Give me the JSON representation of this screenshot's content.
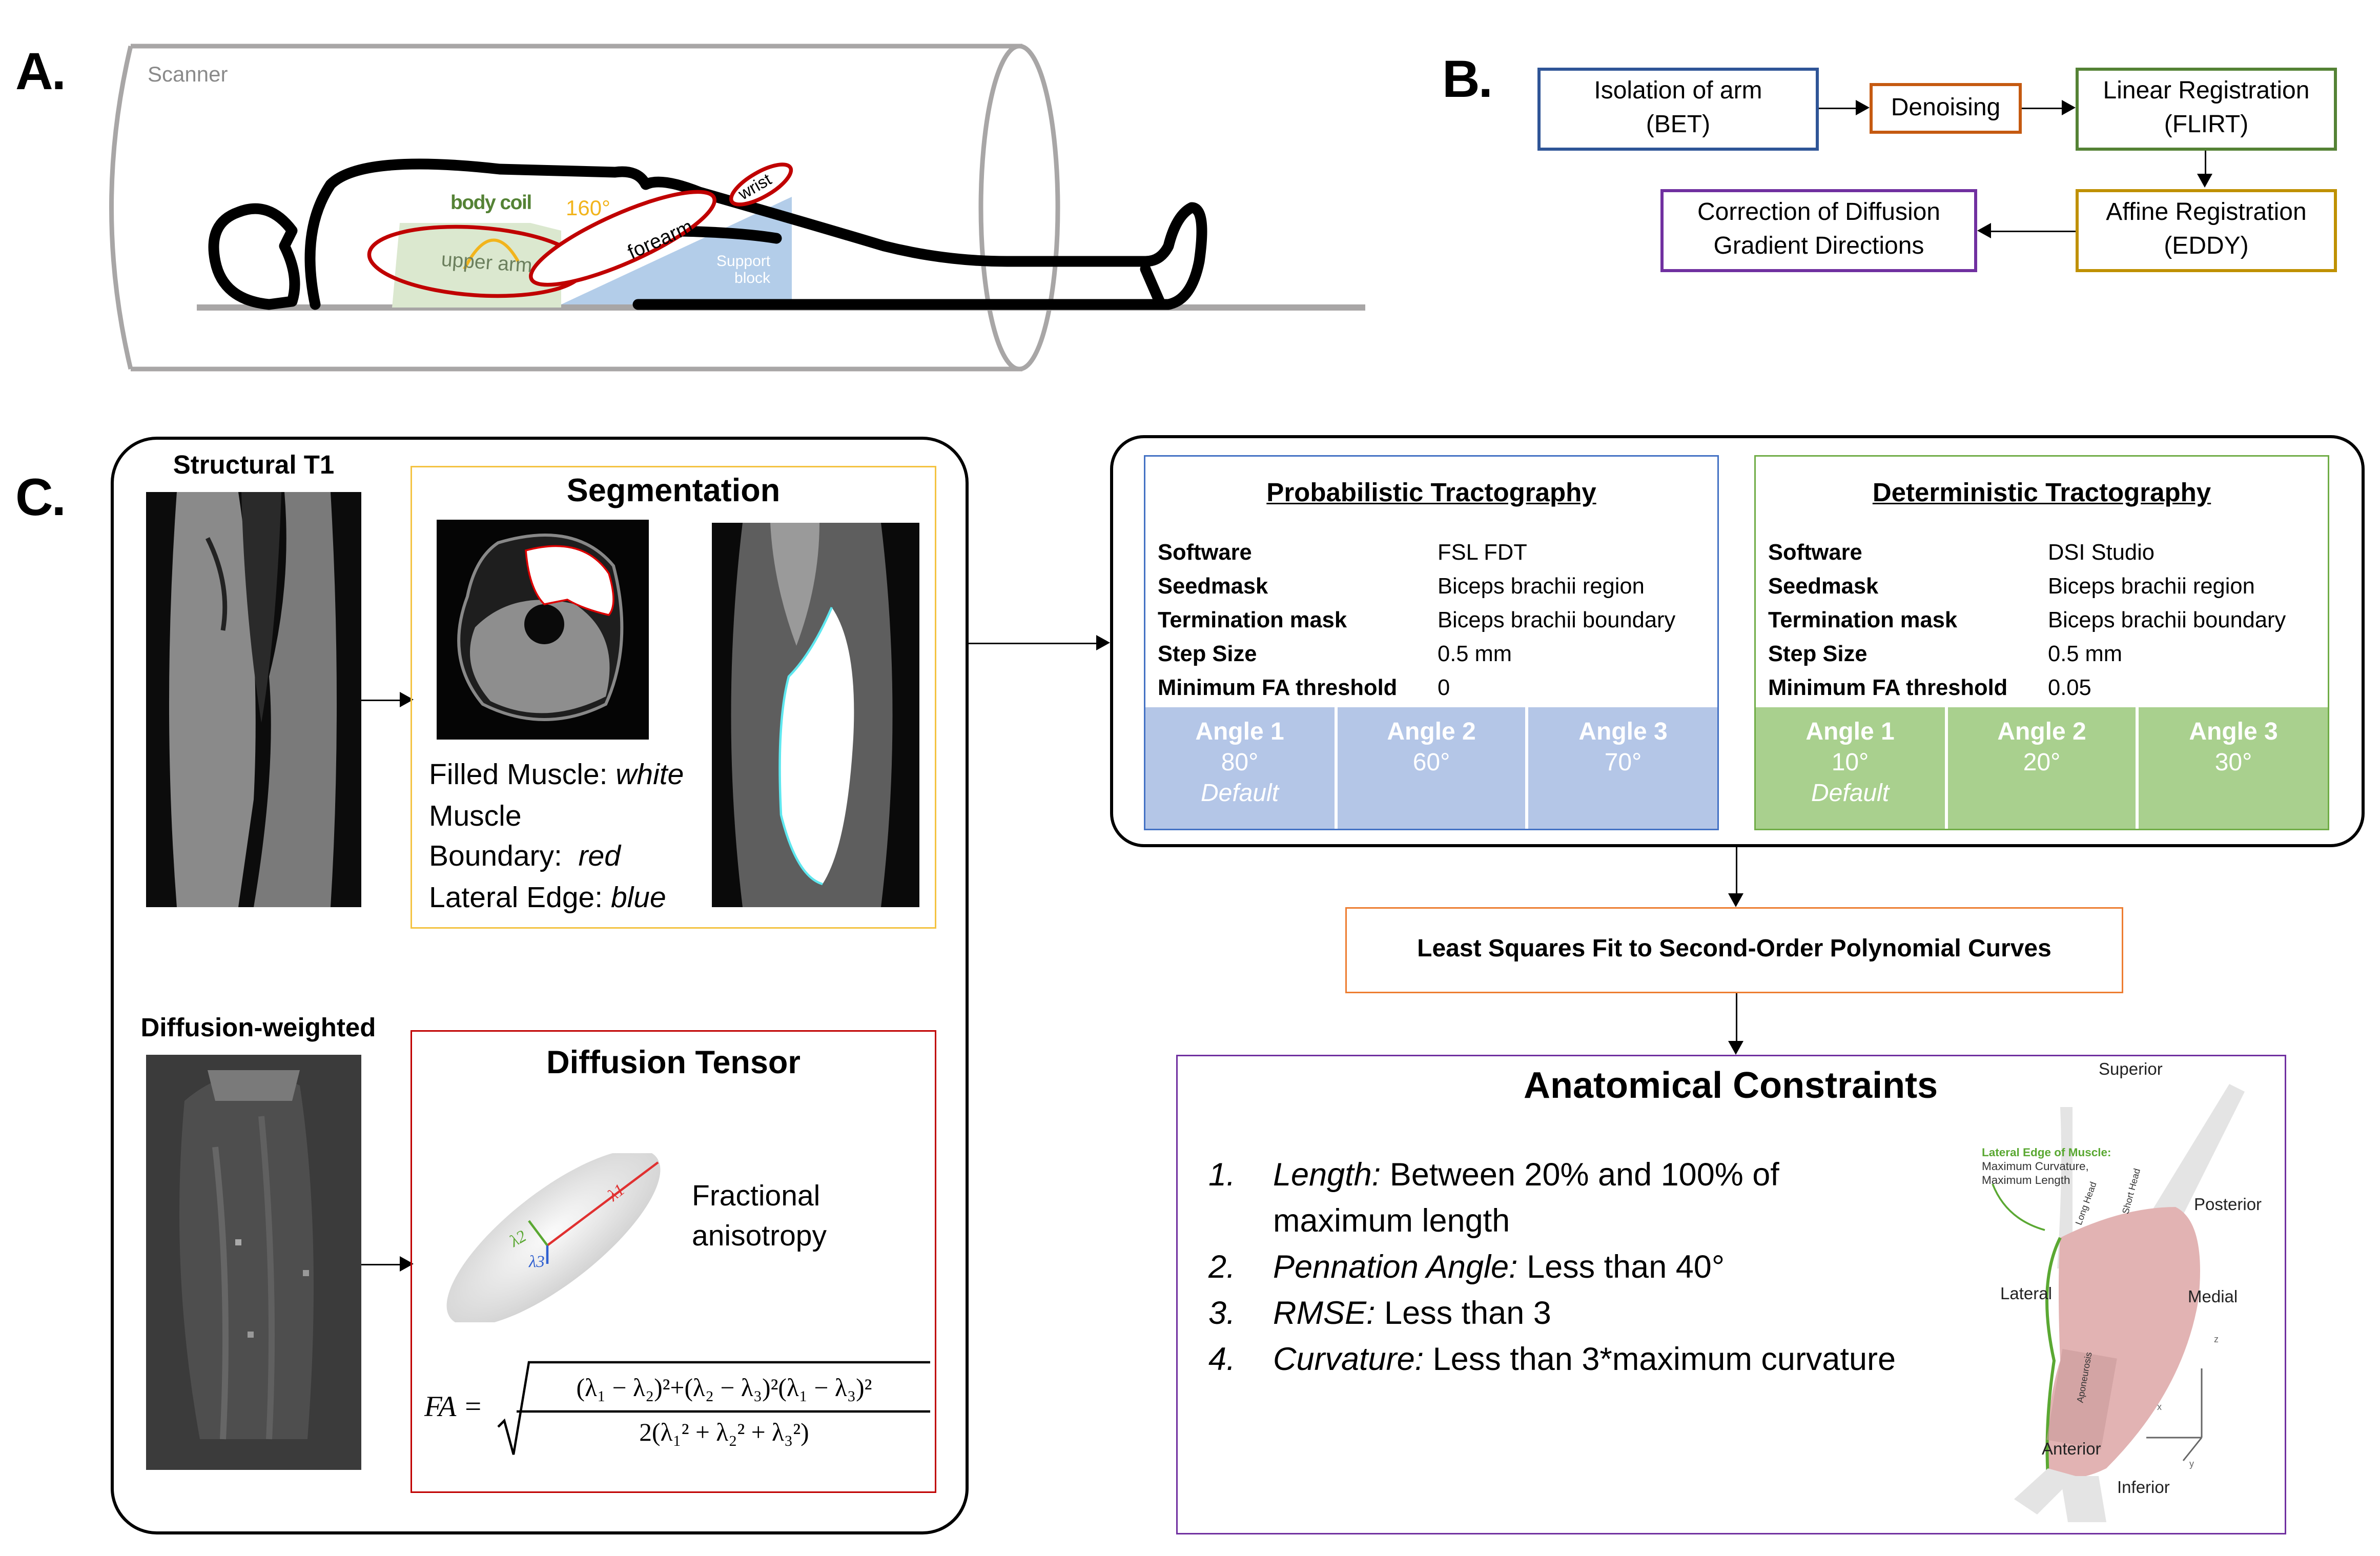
{
  "panel_labels": {
    "a": "A.",
    "b": "B.",
    "c": "C."
  },
  "panel_a": {
    "scanner_label": "Scanner",
    "body_coil_label": "body coil",
    "angle_label": "160°",
    "upper_arm_label": "upper arm",
    "forearm_label": "forearm",
    "wrist_label": "wrist",
    "support_block_label_1": "Support",
    "support_block_label_2": "block",
    "colors": {
      "scanner": "#a8a6a6",
      "body_coil": "#548235",
      "body_coil_fill": "#dbe8cf",
      "angle": "#f2b41c",
      "arm_outline": "#c00000",
      "support_block": "#b3cde9"
    }
  },
  "panel_b": {
    "steps": [
      {
        "id": "isolation",
        "line1": "Isolation of arm",
        "line2": "(BET)",
        "color": "#2f5597"
      },
      {
        "id": "denoising",
        "line1": "Denoising",
        "line2": "",
        "color": "#c55a11"
      },
      {
        "id": "linear",
        "line1": "Linear Registration",
        "line2": "(FLIRT)",
        "color": "#548235"
      },
      {
        "id": "affine",
        "line1": "Affine Registration",
        "line2": "(EDDY)",
        "color": "#bf9000"
      },
      {
        "id": "correction",
        "line1": "Correction of Diffusion",
        "line2": "Gradient Directions",
        "color": "#7030a0"
      }
    ]
  },
  "panel_c": {
    "structural_title": "Structural T1",
    "diffusion_title": "Diffusion-weighted",
    "segmentation": {
      "title": "Segmentation",
      "border_color": "#f4c342",
      "legend": [
        {
          "label": "Filled Muscle: ",
          "value": "white"
        },
        {
          "label": "Muscle",
          "value": ""
        },
        {
          "label": "Boundary:  ",
          "value": "red"
        },
        {
          "label": "Lateral Edge: ",
          "value": "blue"
        }
      ]
    },
    "tensor": {
      "title": "Diffusion Tensor",
      "border_color": "#c00000",
      "fa_label_1": "Fractional",
      "fa_label_2": "anisotropy",
      "lambda1": "λ1",
      "lambda2": "λ2",
      "lambda3": "λ3",
      "formula_lhs": "FA =",
      "formula_numerator": "(λ₁ − λ₂)²+(λ₂ − λ₃)²(λ₁ − λ₃)²",
      "formula_denominator": "2(λ₁² + λ₂² + λ₃²)"
    },
    "probabilistic": {
      "title": "Probabilistic Tractography",
      "border_color": "#4472c4",
      "angle_fill": "#b4c6e7",
      "params": [
        {
          "key": "Software",
          "value": "FSL FDT"
        },
        {
          "key": "Seedmask",
          "value": "Biceps brachii region"
        },
        {
          "key": "Termination mask",
          "value": "Biceps brachii boundary"
        },
        {
          "key": "Step Size",
          "value": "0.5 mm"
        },
        {
          "key": "Minimum FA threshold",
          "value": "0"
        }
      ],
      "angles": [
        {
          "name": "Angle 1",
          "value": "80°",
          "note": "Default"
        },
        {
          "name": "Angle 2",
          "value": "60°",
          "note": ""
        },
        {
          "name": "Angle 3",
          "value": "70°",
          "note": ""
        }
      ]
    },
    "deterministic": {
      "title": "Deterministic Tractography",
      "border_color": "#70ad47",
      "angle_fill": "#a9d08e",
      "params": [
        {
          "key": "Software",
          "value": "DSI Studio"
        },
        {
          "key": "Seedmask",
          "value": "Biceps brachii region"
        },
        {
          "key": "Termination mask",
          "value": "Biceps brachii boundary"
        },
        {
          "key": "Step Size",
          "value": "0.5 mm"
        },
        {
          "key": "Minimum FA threshold",
          "value": "0.05"
        }
      ],
      "angles": [
        {
          "name": "Angle 1",
          "value": "10°",
          "note": "Default"
        },
        {
          "name": "Angle 2",
          "value": "20°",
          "note": ""
        },
        {
          "name": "Angle 3",
          "value": "30°",
          "note": ""
        }
      ]
    },
    "least_squares": {
      "label": "Least Squares Fit to Second-Order Polynomial Curves",
      "border_color": "#ed7d31"
    },
    "constraints": {
      "title": "Anatomical Constraints",
      "border_color": "#7030a0",
      "items": [
        {
          "num": "1.",
          "label": "Length:",
          "text": " Between 20% and 100% of",
          "text2": "maximum length"
        },
        {
          "num": "2.",
          "label": "Pennation Angle:",
          "text": " Less than 40°",
          "text2": ""
        },
        {
          "num": "3.",
          "label": "RMSE:",
          "text": " Less than 3",
          "text2": ""
        },
        {
          "num": "4.",
          "label": "Curvature:",
          "text": " Less than 3*maximum curvature",
          "text2": ""
        }
      ],
      "muscle_diagram": {
        "superior": "Superior",
        "inferior": "Inferior",
        "anterior": "Anterior",
        "posterior": "Posterior",
        "lateral": "Lateral",
        "medial": "Medial",
        "lateral_edge_title": "Lateral Edge of Muscle:",
        "lateral_edge_line1": "Maximum Curvature,",
        "lateral_edge_line2": "Maximum Length",
        "long_head": "Long Head",
        "short_head": "Short Head",
        "aponeurosis": "Aponeurosis",
        "axis_x": "x",
        "axis_y": "y",
        "axis_z": "z"
      }
    }
  }
}
